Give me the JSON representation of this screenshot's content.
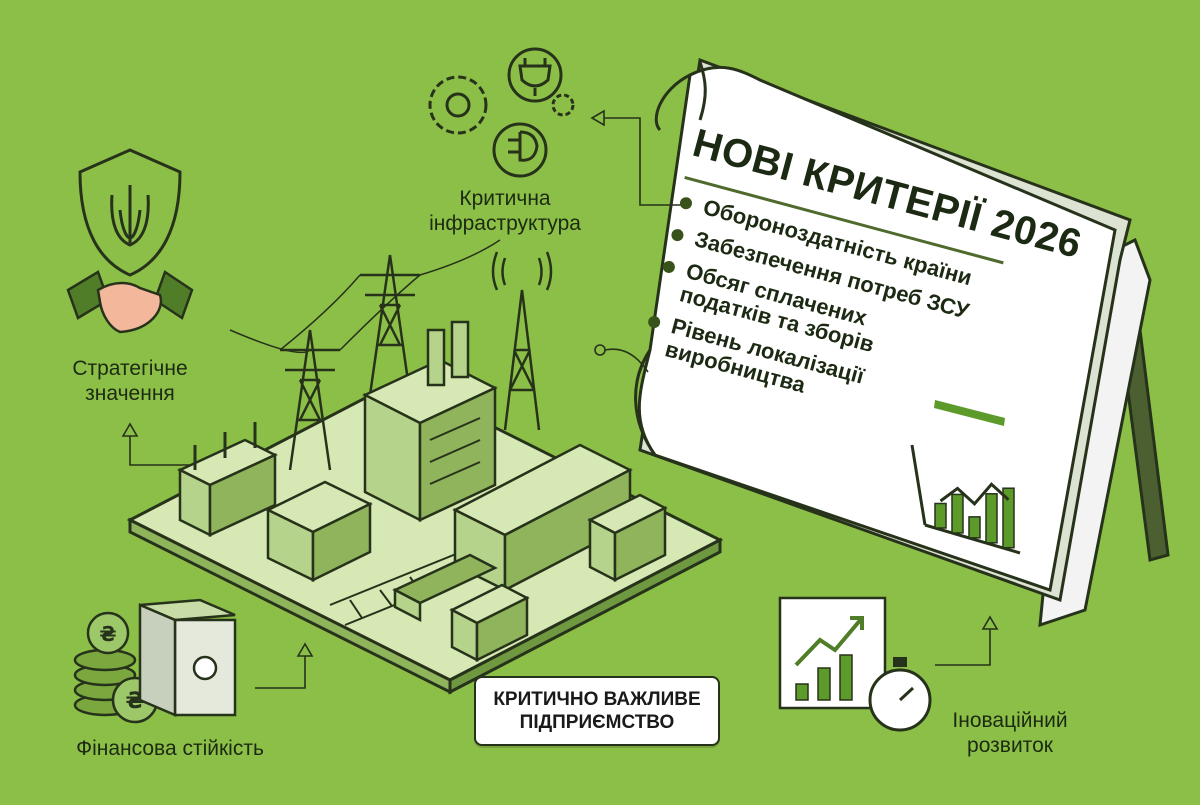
{
  "labels": {
    "strategic": [
      "Стратегічне",
      "значення"
    ],
    "infrastructure": [
      "Критична",
      "інфраструктура"
    ],
    "financial": "Фінансова стійкість",
    "innovation": [
      "Іноваційний",
      "розвиток"
    ]
  },
  "badge": [
    "КРИТИЧНО ВАЖЛИВЕ",
    "ПІДПРИЄМСТВО"
  ],
  "book": {
    "title": "НОВІ КРИТЕРІЇ 2026",
    "criteria": [
      "Обороноздатність країни",
      "Забезпечення потреб ЗСУ",
      "Обсяг сплачених\nподатків та зборів",
      "Рівень локалізації\nвиробництва"
    ],
    "chart_bars": [
      0.35,
      0.55,
      0.3,
      0.7,
      0.85
    ],
    "line_points": [
      0.3,
      0.55,
      0.4,
      0.75,
      0.6
    ]
  },
  "icons": {
    "strategic": [
      "trident-shield-icon",
      "handshake-icon"
    ],
    "infrastructure": [
      "gear-icon",
      "plug-icon",
      "small-gear-icon"
    ],
    "financial": [
      "hryvnia-coins-icon",
      "safe-icon"
    ],
    "innovation": [
      "growth-chart-icon",
      "stopwatch-icon"
    ]
  },
  "colors": {
    "background": "#8cbf47",
    "ink": "#27321b",
    "iso_light": "#d6e8b3",
    "iso_mid": "#b5d38a",
    "iso_dark": "#8fb45c",
    "book_page": "#ffffff",
    "chart_green": "#5c9a2a",
    "skin": "#f3b79b"
  }
}
